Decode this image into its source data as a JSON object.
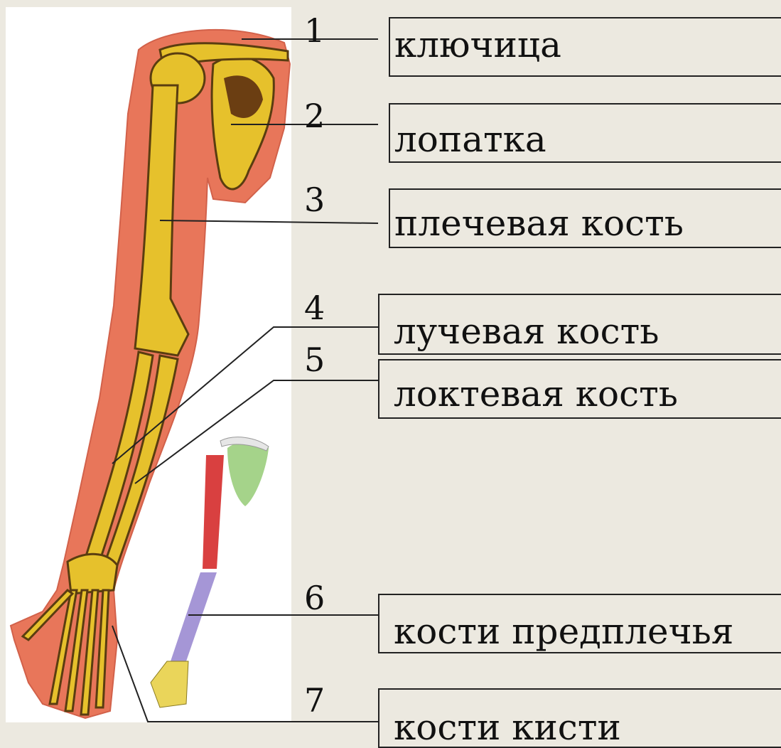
{
  "diagram": {
    "parts": [
      {
        "number": "1",
        "label": "ключица"
      },
      {
        "number": "2",
        "label": "лопатка"
      },
      {
        "number": "3",
        "label": "плечевая кость"
      },
      {
        "number": "4",
        "label": "лучевая кость"
      },
      {
        "number": "5",
        "label": "локтевая кость"
      },
      {
        "number": "6",
        "label": "кости предплечья"
      },
      {
        "number": "7",
        "label": "кости кисти"
      }
    ],
    "colors": {
      "background": "#ece9e0",
      "skin": "#e8765a",
      "bone": "#e6c12c",
      "humerus_small": "#d94040",
      "forearm_small": "#a596d6",
      "scapula_small": "#a5d38a"
    }
  }
}
